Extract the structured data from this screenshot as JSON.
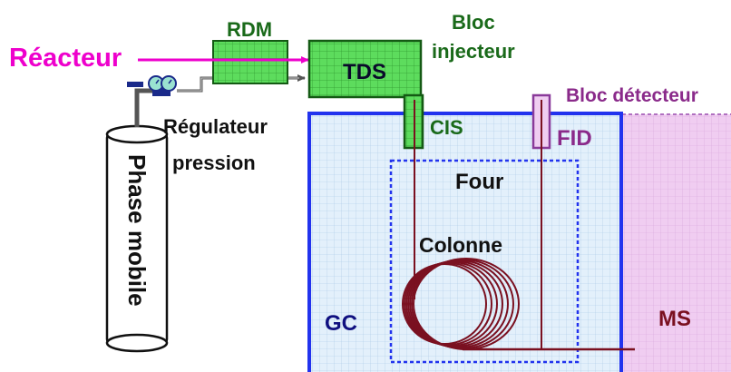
{
  "labels": {
    "reactor": "Réacteur",
    "rdm": "RDM",
    "tds": "TDS",
    "injector_block": [
      "Bloc",
      "injecteur"
    ],
    "detector_block": "Bloc détecteur",
    "cis": "CIS",
    "fid": "FID",
    "pressure_regulator": [
      "Régulateur",
      "pression"
    ],
    "mobile_phase": "Phase mobile",
    "oven": "Four",
    "column": "Colonne",
    "gc": "GC",
    "ms": "MS"
  },
  "colors": {
    "green_fill": "#5ddc5d",
    "green_border": "#145a14",
    "blue": "#2233ee",
    "gc_fill": "#dfeefa",
    "purple_fill": "#efc9f0",
    "purple_border": "#b070c0",
    "magenta": "#ee00cc",
    "dark_green_text": "#1a6a1a",
    "maroon": "#7a1020",
    "navy": "#101080",
    "pipe": "#444444"
  }
}
